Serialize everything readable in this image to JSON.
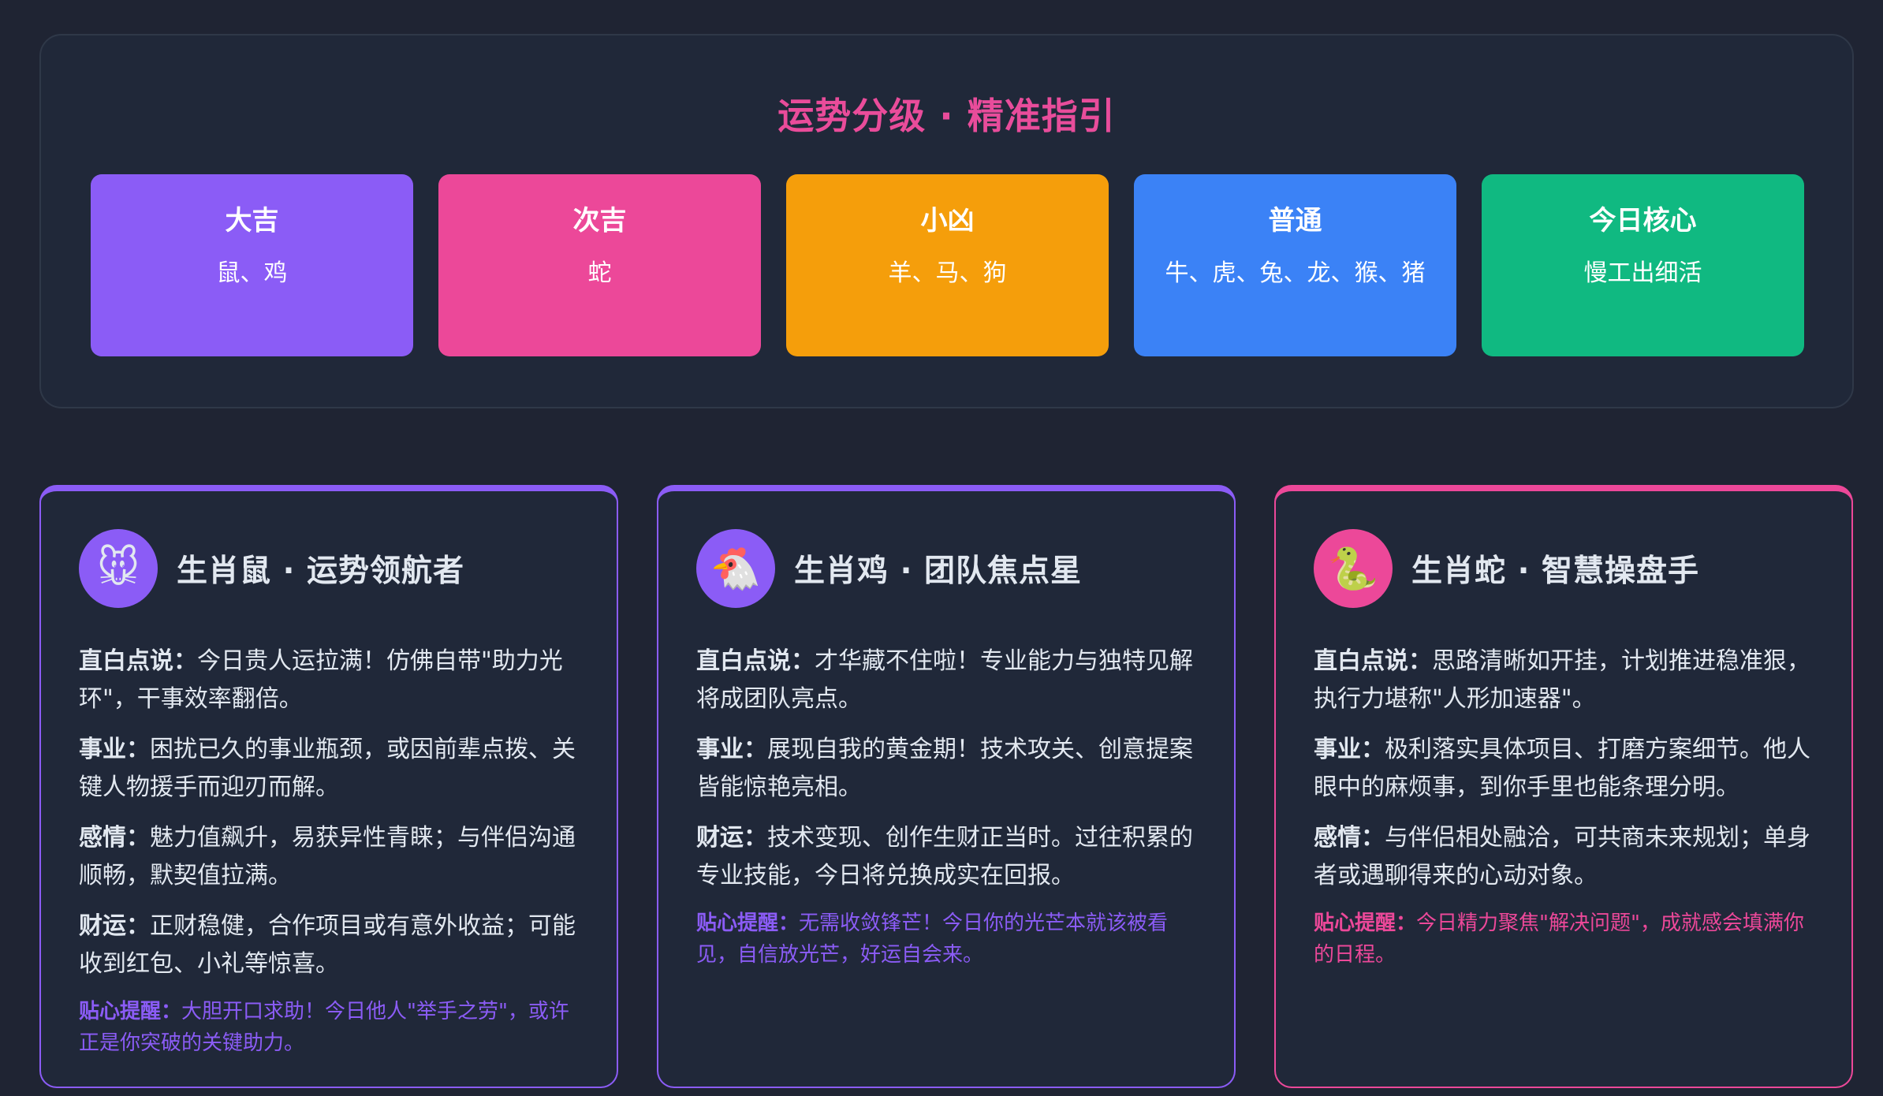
{
  "colors": {
    "purple": "#8b5cf6",
    "pink": "#ec4899",
    "orange": "#f59e0b",
    "blue": "#3b82f6",
    "green": "#10b981",
    "title_pink": "#ec4899",
    "text": "#e2e8f0"
  },
  "grade_section": {
    "title": "运势分级 · 精准指引",
    "tiles": [
      {
        "label": "大吉",
        "members": "鼠、鸡",
        "color": "#8b5cf6"
      },
      {
        "label": "次吉",
        "members": "蛇",
        "color": "#ec4899"
      },
      {
        "label": "小凶",
        "members": "羊、马、狗",
        "color": "#f59e0b"
      },
      {
        "label": "普通",
        "members": "牛、虎、兔、龙、猴、猪",
        "color": "#3b82f6"
      },
      {
        "label": "今日核心",
        "members": "慢工出细活",
        "color": "#10b981"
      }
    ]
  },
  "cards": [
    {
      "icon": "rat-icon",
      "emoji": "🐭",
      "accent": "#8b5cf6",
      "title": "生肖鼠 · 运势领航者",
      "sections": [
        {
          "key": "直白点说：",
          "text": "今日贵人运拉满！仿佛自带\"助力光环\"，干事效率翻倍。"
        },
        {
          "key": "事业：",
          "text": "困扰已久的事业瓶颈，或因前辈点拨、关键人物援手而迎刃而解。"
        },
        {
          "key": "感情：",
          "text": "魅力值飙升，易获异性青睐；与伴侣沟通顺畅，默契值拉满。"
        },
        {
          "key": "财运：",
          "text": "正财稳健，合作项目或有意外收益；可能收到红包、小礼等惊喜。"
        }
      ],
      "tip": {
        "key": "贴心提醒：",
        "text": "大胆开口求助！今日他人\"举手之劳\"，或许正是你突破的关键助力。"
      }
    },
    {
      "icon": "rooster-icon",
      "emoji": "🐔",
      "accent": "#8b5cf6",
      "title": "生肖鸡 · 团队焦点星",
      "sections": [
        {
          "key": "直白点说：",
          "text": "才华藏不住啦！专业能力与独特见解将成团队亮点。"
        },
        {
          "key": "事业：",
          "text": "展现自我的黄金期！技术攻关、创意提案皆能惊艳亮相。"
        },
        {
          "key": "财运：",
          "text": "技术变现、创作生财正当时。过往积累的专业技能，今日将兑换成实在回报。"
        }
      ],
      "tip": {
        "key": "贴心提醒：",
        "text": "无需收敛锋芒！今日你的光芒本就该被看见，自信放光芒，好运自会来。"
      }
    },
    {
      "icon": "snake-icon",
      "emoji": "🐍",
      "accent": "#ec4899",
      "title": "生肖蛇 · 智慧操盘手",
      "sections": [
        {
          "key": "直白点说：",
          "text": "思路清晰如开挂，计划推进稳准狠，执行力堪称\"人形加速器\"。"
        },
        {
          "key": "事业：",
          "text": "极利落实具体项目、打磨方案细节。他人眼中的麻烦事，到你手里也能条理分明。"
        },
        {
          "key": "感情：",
          "text": "与伴侣相处融洽，可共商未来规划；单身者或遇聊得来的心动对象。"
        }
      ],
      "tip": {
        "key": "贴心提醒：",
        "text": "今日精力聚焦\"解决问题\"，成就感会填满你的日程。"
      }
    }
  ]
}
